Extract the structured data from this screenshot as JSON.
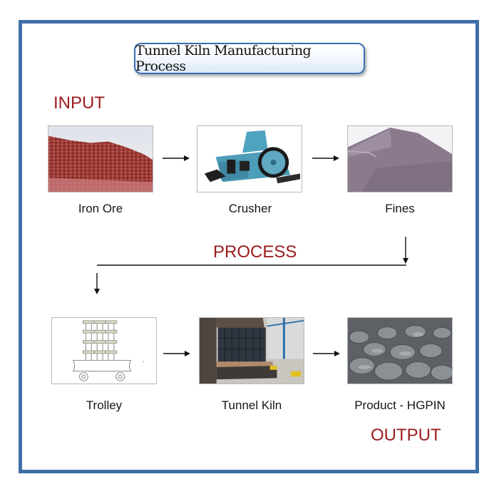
{
  "title": "Tunnel Kiln Manufacturing Process",
  "sections": {
    "input": "INPUT",
    "process": "PROCESS",
    "output": "OUTPUT"
  },
  "colors": {
    "frame": "#3f6ea8",
    "section_text": "#9b1b1e",
    "title_border": "#3a6fb0"
  },
  "input_row": [
    {
      "label": "Iron Ore",
      "icon": "iron-ore-pile-image"
    },
    {
      "label": "Crusher",
      "icon": "roll-crusher-machine-image"
    },
    {
      "label": "Fines",
      "icon": "fines-pile-image"
    }
  ],
  "process_row": [
    {
      "label": "Trolley",
      "icon": "trolley-diagram-image"
    },
    {
      "label": "Tunnel Kiln",
      "icon": "tunnel-kiln-photo-image"
    },
    {
      "label": "Product - HGPIN",
      "icon": "hgpin-product-image"
    }
  ]
}
